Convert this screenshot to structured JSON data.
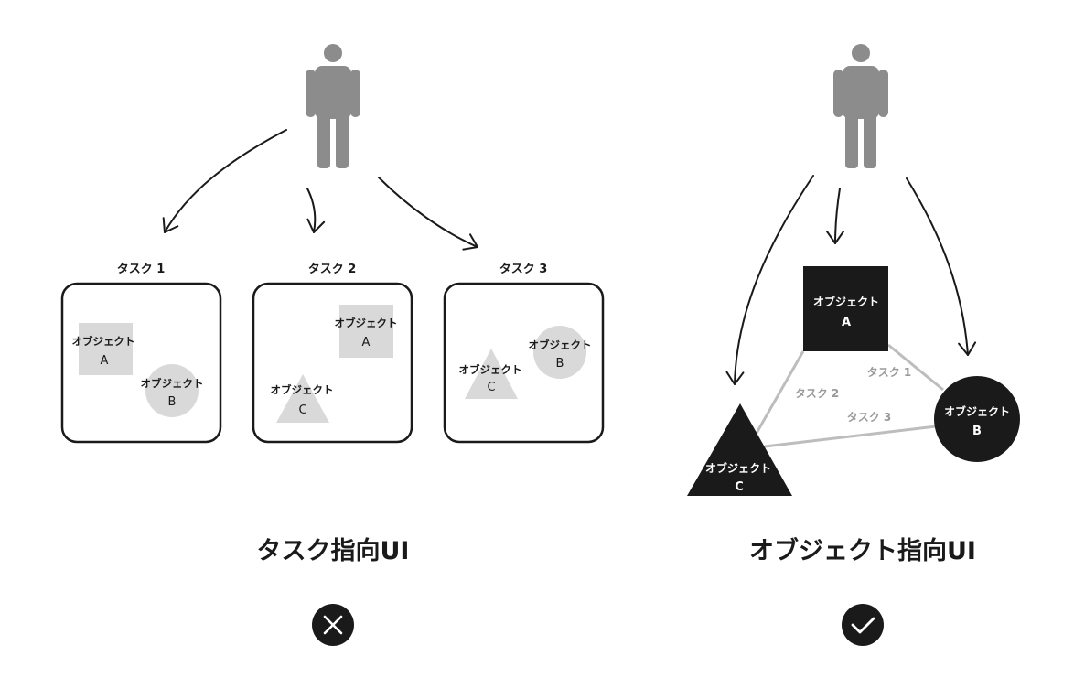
{
  "colors": {
    "figure": "#8c8c8c",
    "line": "#1a1a1a",
    "shape_light": "#d9d9d9",
    "shape_dark": "#1a1a1a",
    "link_gray": "#bdbdbd",
    "label_gray": "#9a9a9a"
  },
  "icons": {
    "person": "person-icon",
    "wrong": "cross-circle-icon",
    "right": "check-circle-icon"
  },
  "left": {
    "caption": "タスク指向UI",
    "verdict": "incorrect",
    "tasks": [
      {
        "title": "タスク 1",
        "objects": [
          {
            "shape": "square",
            "label": "オブジェクト",
            "letter": "A"
          },
          {
            "shape": "circle",
            "label": "オブジェクト",
            "letter": "B"
          }
        ]
      },
      {
        "title": "タスク 2",
        "objects": [
          {
            "shape": "square",
            "label": "オブジェクト",
            "letter": "A"
          },
          {
            "shape": "triangle",
            "label": "オブジェクト",
            "letter": "C"
          }
        ]
      },
      {
        "title": "タスク 3",
        "objects": [
          {
            "shape": "triangle",
            "label": "オブジェクト",
            "letter": "C"
          },
          {
            "shape": "circle",
            "label": "オブジェクト",
            "letter": "B"
          }
        ]
      }
    ]
  },
  "right": {
    "caption": "オブジェクト指向UI",
    "verdict": "correct",
    "objects": [
      {
        "shape": "square",
        "label": "オブジェクト",
        "letter": "A"
      },
      {
        "shape": "circle",
        "label": "オブジェクト",
        "letter": "B"
      },
      {
        "shape": "triangle",
        "label": "オブジェクト",
        "letter": "C"
      }
    ],
    "links": [
      {
        "label": "タスク 1",
        "from": "A",
        "to": "B"
      },
      {
        "label": "タスク 2",
        "from": "A",
        "to": "C"
      },
      {
        "label": "タスク 3",
        "from": "C",
        "to": "B"
      }
    ]
  }
}
